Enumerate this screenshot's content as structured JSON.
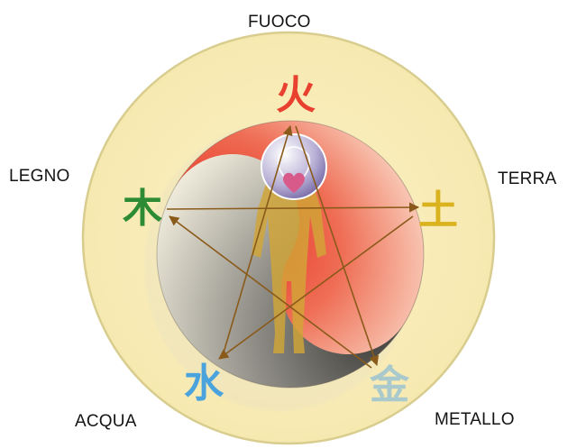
{
  "elements": {
    "fire": {
      "label": "FUOCO",
      "glyph": "火",
      "color": "#e8412f"
    },
    "wood": {
      "label": "LEGNO",
      "glyph": "木",
      "color": "#2e8b35"
    },
    "earth": {
      "label": "TERRA",
      "glyph": "土",
      "color": "#d9b21e"
    },
    "water": {
      "label": "ACQUA",
      "glyph": "水",
      "color": "#4aa3dc"
    },
    "metal": {
      "label": "METALLO",
      "glyph": "金",
      "color": "#a9c9cc"
    }
  },
  "colors": {
    "outer_disc": "#f7eab5",
    "outer_ring": "#d6c98a",
    "yin_dark": "#6f6e69",
    "yang_red": "#e22a1b",
    "arrows": "#8a5a1a",
    "figure": "#d4a93a",
    "heart": "#d85a8a"
  }
}
